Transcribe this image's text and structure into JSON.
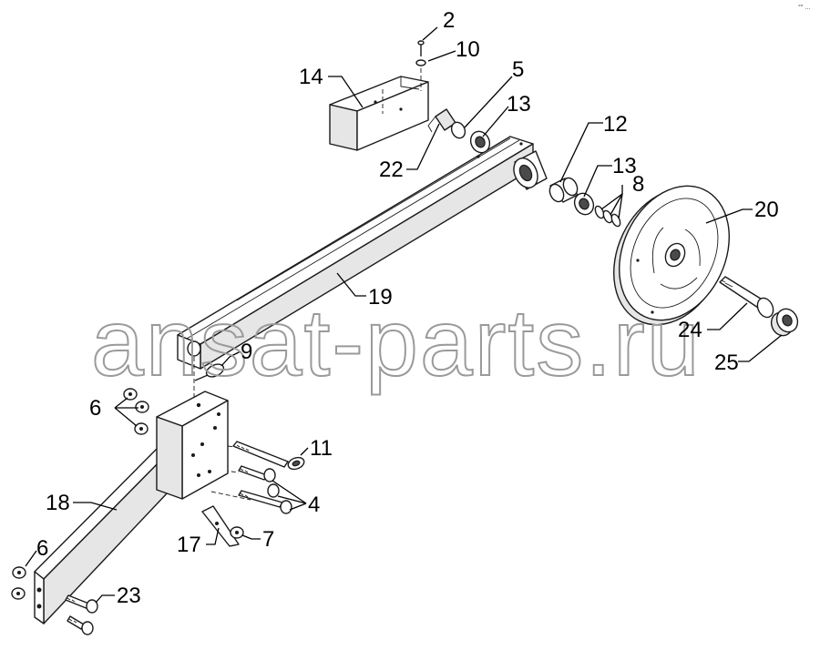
{
  "watermark": "ansat-parts.ru",
  "corner_mark": "°° ...",
  "callouts": [
    {
      "id": "c2",
      "label": "2"
    },
    {
      "id": "c10",
      "label": "10"
    },
    {
      "id": "c14",
      "label": "14"
    },
    {
      "id": "c5",
      "label": "5"
    },
    {
      "id": "c13a",
      "label": "13"
    },
    {
      "id": "c22",
      "label": "22"
    },
    {
      "id": "c12",
      "label": "12"
    },
    {
      "id": "c13b",
      "label": "13"
    },
    {
      "id": "c8",
      "label": "8"
    },
    {
      "id": "c20",
      "label": "20"
    },
    {
      "id": "c19",
      "label": "19"
    },
    {
      "id": "c9",
      "label": "9"
    },
    {
      "id": "c24",
      "label": "24"
    },
    {
      "id": "c25",
      "label": "25"
    },
    {
      "id": "c6a",
      "label": "6"
    },
    {
      "id": "c11",
      "label": "11"
    },
    {
      "id": "c4",
      "label": "4"
    },
    {
      "id": "c18",
      "label": "18"
    },
    {
      "id": "c17",
      "label": "17"
    },
    {
      "id": "c7",
      "label": "7"
    },
    {
      "id": "c6b",
      "label": "6"
    },
    {
      "id": "c23",
      "label": "23"
    }
  ]
}
